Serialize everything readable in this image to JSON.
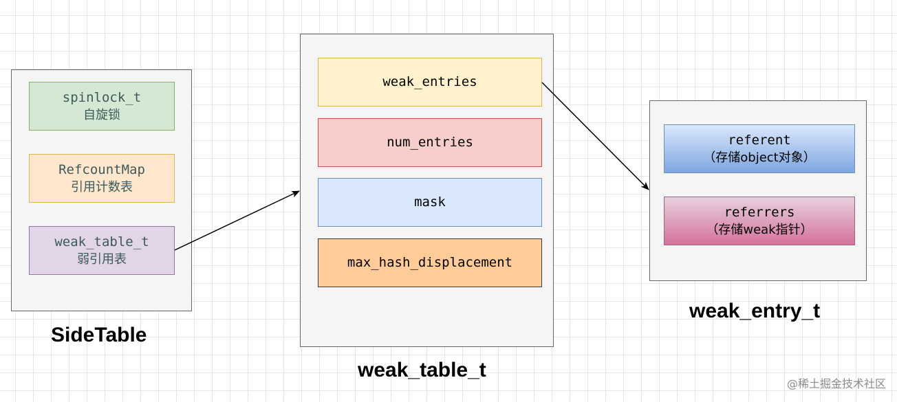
{
  "side_table": {
    "title": "SideTable",
    "fields": [
      {
        "name": "spinlock_t",
        "desc": "自旋锁",
        "fill": "#d5e8d4",
        "stroke": "#82b366"
      },
      {
        "name": "RefcountMap",
        "desc": "引用计数表",
        "fill": "#ffe6cc",
        "stroke": "#d6b656"
      },
      {
        "name": "weak_table_t",
        "desc": "弱引用表",
        "fill": "#e1d5e7",
        "stroke": "#9673a6"
      }
    ]
  },
  "weak_table": {
    "title": "weak_table_t",
    "fields": [
      {
        "name": "weak_entries",
        "fill": "#fff2cc",
        "stroke": "#d6b656"
      },
      {
        "name": "num_entries",
        "fill": "#f8cecc",
        "stroke": "#b85450"
      },
      {
        "name": "mask",
        "fill": "#dae8fc",
        "stroke": "#6c8ebf"
      },
      {
        "name": "max_hash_displacement",
        "fill": "#ffcc99",
        "stroke": "#36393d"
      }
    ]
  },
  "weak_entry": {
    "title": "weak_entry_t",
    "fields": [
      {
        "name": "referent",
        "desc": "（存储object对象）",
        "fill_top": "#dae8fc",
        "fill_bottom": "#7ea6e0",
        "stroke": "#6c8ebf"
      },
      {
        "name": "referrers",
        "desc": "（存储weak指针）",
        "fill_top": "#e6d0de",
        "fill_bottom": "#d5739d",
        "stroke": "#996185"
      }
    ]
  },
  "watermark": {
    "text": "@稀土掘金技术社区",
    "color": "#8a8a8a"
  },
  "colors": {
    "panel_fill": "#f5f5f5",
    "panel_stroke": "#666666",
    "arrow": "#000000"
  }
}
